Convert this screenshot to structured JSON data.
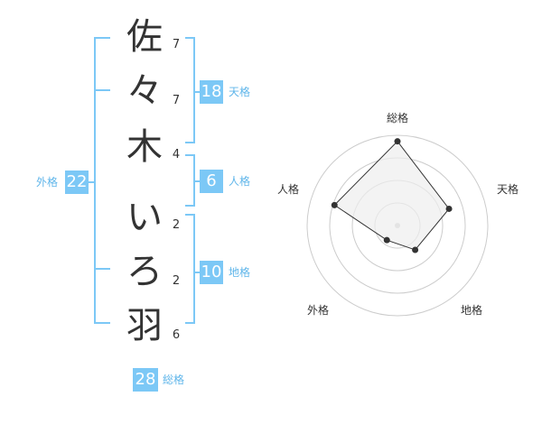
{
  "name_chars": [
    "佐",
    "々",
    "木",
    "い",
    "ろ",
    "羽"
  ],
  "strokes": [
    "7",
    "7",
    "4",
    "2",
    "2",
    "6"
  ],
  "kaku": {
    "tenkaku": {
      "value": "18",
      "label": "天格"
    },
    "jinkaku": {
      "value": "6",
      "label": "人格"
    },
    "chikaku": {
      "value": "10",
      "label": "地格"
    },
    "gaikaku": {
      "value": "22",
      "label": "外格"
    },
    "soukaku": {
      "value": "28",
      "label": "総格"
    }
  },
  "chart_data": {
    "type": "radar",
    "axes": [
      "総格",
      "天格",
      "地格",
      "外格",
      "人格"
    ],
    "values": [
      28,
      18,
      10,
      6,
      22
    ],
    "scale_max": 30,
    "rings": 4,
    "colors": {
      "bracket": "#7cc8f6",
      "box": "#7cc8f6",
      "fill": "#eeeeee",
      "ring": "#cccccc",
      "point": "#333333"
    }
  }
}
